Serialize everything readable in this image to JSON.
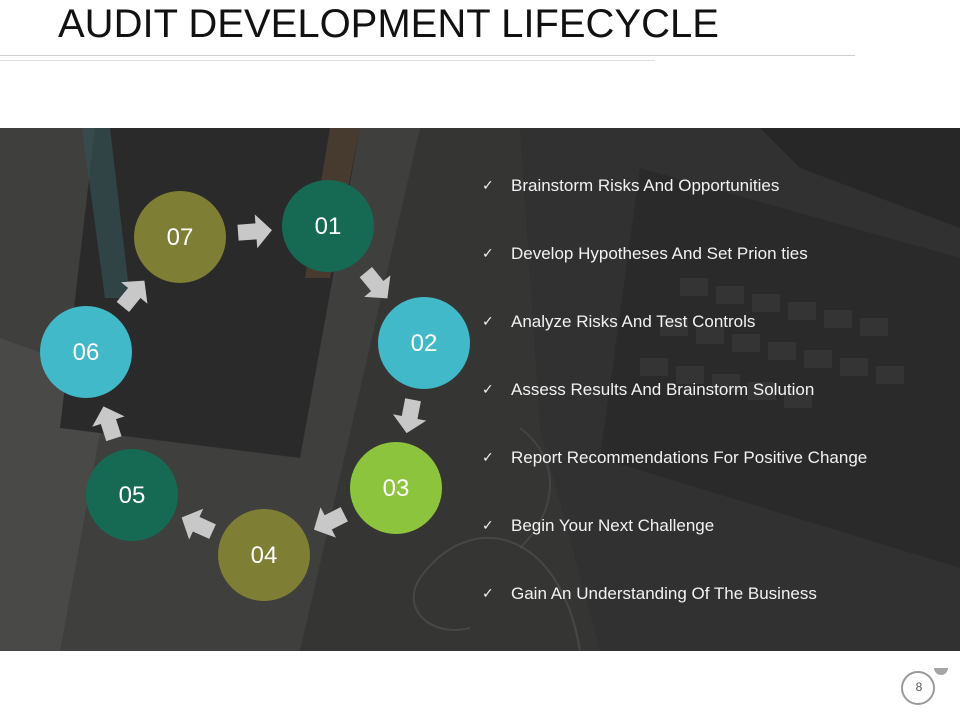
{
  "title": "AUDIT DEVELOPMENT LIFECYCLE",
  "colors": {
    "dark_green": "#166a54",
    "teal": "#42b9c8",
    "light_green": "#8dc43d",
    "olive": "#7e7e34",
    "arrow": "#c8c8c8",
    "panel_overlay": "#2f2f2f"
  },
  "cycle": {
    "steps": [
      {
        "label": "01",
        "color": "#166a54"
      },
      {
        "label": "02",
        "color": "#42b9c8"
      },
      {
        "label": "03",
        "color": "#8dc43d"
      },
      {
        "label": "04",
        "color": "#7e7e34"
      },
      {
        "label": "05",
        "color": "#166a54"
      },
      {
        "label": "06",
        "color": "#42b9c8"
      },
      {
        "label": "07",
        "color": "#7e7e34"
      }
    ],
    "direction": "clockwise"
  },
  "list": {
    "check_icon": "checkmark-icon",
    "items": [
      "Brainstorm Risks And Opportunities",
      "Develop Hypotheses And Set Prion ties",
      "Analyze Risks And Test Controls",
      "Assess Results And Brainstorm Solution",
      "Report Recommendations For Positive Change",
      "Begin Your Next Challenge",
      "Gain An Understanding Of The Business"
    ]
  },
  "page_number": "8"
}
